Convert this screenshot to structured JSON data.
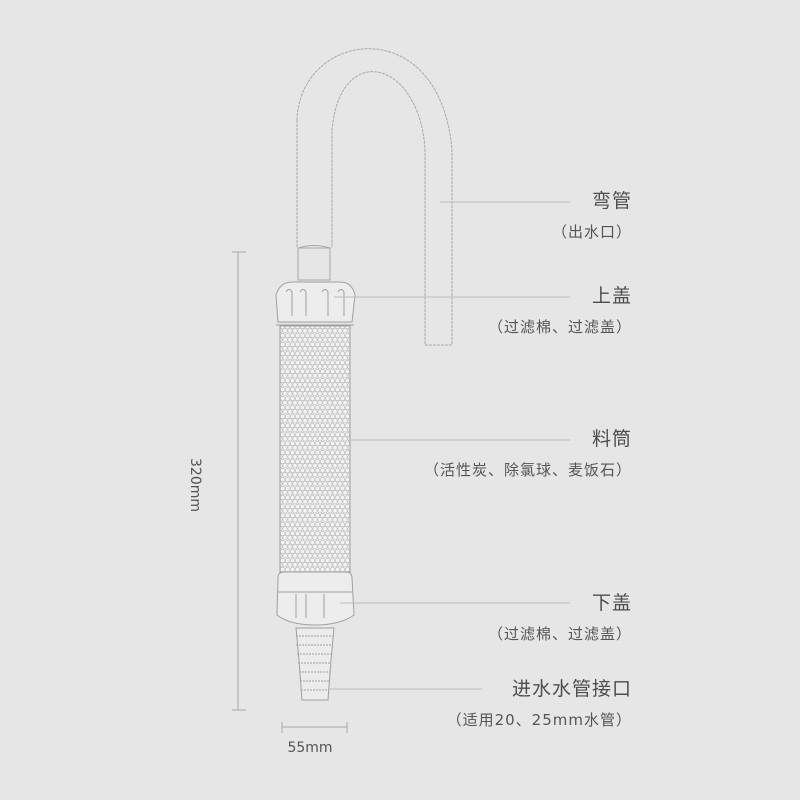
{
  "diagram": {
    "subject": "filter-tube-assembly",
    "dimensions": {
      "height": "320mm",
      "width": "55mm"
    },
    "parts": [
      {
        "title": "弯管",
        "sub": "（出水口）"
      },
      {
        "title": "上盖",
        "sub": "（过滤棉、过滤盖）"
      },
      {
        "title": "料筒",
        "sub": "（活性炭、除氯球、麦饭石）"
      },
      {
        "title": "下盖",
        "sub": "（过滤棉、过滤盖）"
      },
      {
        "title": "进水水管接口",
        "sub": "（适用20、25mm水管）"
      }
    ],
    "colors": {
      "background": "#e6e6e6",
      "text": "#4d4d4d",
      "line": "#b5b5b5"
    }
  }
}
